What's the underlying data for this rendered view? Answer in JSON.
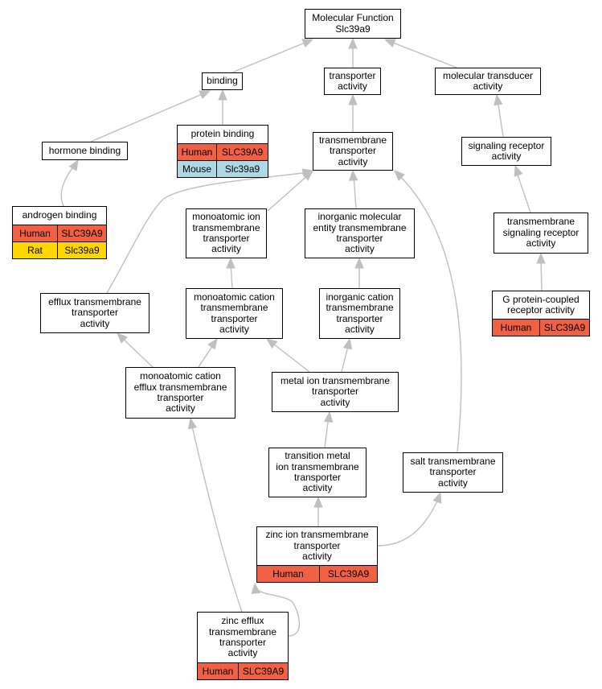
{
  "diagram": {
    "colors": {
      "edge": "#bfbfbf",
      "border": "#000000",
      "Human": "#f26043",
      "Mouse": "#add8e6",
      "Rat": "#ffd700"
    },
    "nodes": [
      {
        "id": "mf",
        "name": "node-molecular-function",
        "lines": [
          "Molecular Function",
          "Slc39a9"
        ],
        "annotations": []
      },
      {
        "id": "binding",
        "name": "node-binding",
        "lines": [
          "binding"
        ],
        "annotations": []
      },
      {
        "id": "transporter",
        "name": "node-transporter-activity",
        "lines": [
          "transporter",
          "activity"
        ],
        "annotations": []
      },
      {
        "id": "transducer",
        "name": "node-molecular-transducer-activity",
        "lines": [
          "molecular transducer",
          "activity"
        ],
        "annotations": []
      },
      {
        "id": "protein_binding",
        "name": "node-protein-binding",
        "lines": [
          "protein binding"
        ],
        "annotations": [
          {
            "species": "Human",
            "gene": "SLC39A9"
          },
          {
            "species": "Mouse",
            "gene": "Slc39a9"
          }
        ]
      },
      {
        "id": "hormone",
        "name": "node-hormone-binding",
        "lines": [
          "hormone binding"
        ],
        "annotations": []
      },
      {
        "id": "tm_transporter",
        "name": "node-transmembrane-transporter-activity",
        "lines": [
          "transmembrane",
          "transporter",
          "activity"
        ],
        "annotations": []
      },
      {
        "id": "sig_receptor",
        "name": "node-signaling-receptor-activity",
        "lines": [
          "signaling receptor",
          "activity"
        ],
        "annotations": []
      },
      {
        "id": "androgen",
        "name": "node-androgen-binding",
        "lines": [
          "androgen binding"
        ],
        "annotations": [
          {
            "species": "Human",
            "gene": "SLC39A9"
          },
          {
            "species": "Rat",
            "gene": "Slc39a9"
          }
        ]
      },
      {
        "id": "mono_ion",
        "name": "node-monoatomic-ion-transmembrane-transporter-activity",
        "lines": [
          "monoatomic ion",
          "transmembrane",
          "transporter",
          "activity"
        ],
        "annotations": []
      },
      {
        "id": "inorg_mol",
        "name": "node-inorganic-molecular-entity-transmembrane-transporter-activity",
        "lines": [
          "inorganic molecular",
          "entity transmembrane",
          "transporter",
          "activity"
        ],
        "annotations": []
      },
      {
        "id": "tm_sig_receptor",
        "name": "node-transmembrane-signaling-receptor-activity",
        "lines": [
          "transmembrane",
          "signaling receptor",
          "activity"
        ],
        "annotations": []
      },
      {
        "id": "efflux",
        "name": "node-efflux-transmembrane-transporter-activity",
        "lines": [
          "efflux transmembrane",
          "transporter",
          "activity"
        ],
        "annotations": []
      },
      {
        "id": "mono_cation",
        "name": "node-monoatomic-cation-transmembrane-transporter-activity",
        "lines": [
          "monoatomic cation",
          "transmembrane",
          "transporter",
          "activity"
        ],
        "annotations": []
      },
      {
        "id": "inorg_cation",
        "name": "node-inorganic-cation-transmembrane-transporter-activity",
        "lines": [
          "inorganic cation",
          "transmembrane",
          "transporter",
          "activity"
        ],
        "annotations": []
      },
      {
        "id": "gpcr",
        "name": "node-g-protein-coupled-receptor-activity",
        "lines": [
          "G protein-coupled",
          "receptor activity"
        ],
        "annotations": [
          {
            "species": "Human",
            "gene": "SLC39A9"
          }
        ]
      },
      {
        "id": "mono_cation_efflux",
        "name": "node-monoatomic-cation-efflux-transmembrane-transporter-activity",
        "lines": [
          "monoatomic cation",
          "efflux transmembrane",
          "transporter",
          "activity"
        ],
        "annotations": []
      },
      {
        "id": "metal_ion",
        "name": "node-metal-ion-transmembrane-transporter-activity",
        "lines": [
          "metal ion transmembrane",
          "transporter",
          "activity"
        ],
        "annotations": []
      },
      {
        "id": "transition_metal",
        "name": "node-transition-metal-ion-transmembrane-transporter-activity",
        "lines": [
          "transition metal",
          "ion transmembrane",
          "transporter",
          "activity"
        ],
        "annotations": []
      },
      {
        "id": "salt",
        "name": "node-salt-transmembrane-transporter-activity",
        "lines": [
          "salt transmembrane",
          "transporter",
          "activity"
        ],
        "annotations": []
      },
      {
        "id": "zinc_ion",
        "name": "node-zinc-ion-transmembrane-transporter-activity",
        "lines": [
          "zinc ion transmembrane",
          "transporter",
          "activity"
        ],
        "annotations": [
          {
            "species": "Human",
            "gene": "SLC39A9"
          }
        ]
      },
      {
        "id": "zinc_efflux",
        "name": "node-zinc-efflux-transmembrane-transporter-activity",
        "lines": [
          "zinc efflux",
          "transmembrane",
          "transporter",
          "activity"
        ],
        "annotations": [
          {
            "species": "Human",
            "gene": "SLC39A9"
          }
        ]
      }
    ],
    "edges": [
      {
        "from": "binding",
        "to": "mf"
      },
      {
        "from": "transporter",
        "to": "mf"
      },
      {
        "from": "transducer",
        "to": "mf"
      },
      {
        "from": "hormone",
        "to": "binding"
      },
      {
        "from": "protein_binding",
        "to": "binding"
      },
      {
        "from": "tm_transporter",
        "to": "transporter"
      },
      {
        "from": "sig_receptor",
        "to": "transducer"
      },
      {
        "from": "androgen",
        "to": "hormone"
      },
      {
        "from": "mono_ion",
        "to": "tm_transporter"
      },
      {
        "from": "inorg_mol",
        "to": "tm_transporter"
      },
      {
        "from": "efflux",
        "to": "tm_transporter"
      },
      {
        "from": "salt",
        "to": "tm_transporter"
      },
      {
        "from": "tm_sig_receptor",
        "to": "sig_receptor"
      },
      {
        "from": "gpcr",
        "to": "tm_sig_receptor"
      },
      {
        "from": "mono_cation",
        "to": "mono_ion"
      },
      {
        "from": "inorg_cation",
        "to": "inorg_mol"
      },
      {
        "from": "mono_cation_efflux",
        "to": "efflux"
      },
      {
        "from": "mono_cation_efflux",
        "to": "mono_cation"
      },
      {
        "from": "metal_ion",
        "to": "mono_cation"
      },
      {
        "from": "metal_ion",
        "to": "inorg_cation"
      },
      {
        "from": "transition_metal",
        "to": "metal_ion"
      },
      {
        "from": "zinc_ion",
        "to": "transition_metal"
      },
      {
        "from": "zinc_ion",
        "to": "salt"
      },
      {
        "from": "zinc_efflux",
        "to": "mono_cation_efflux"
      },
      {
        "from": "zinc_efflux",
        "to": "zinc_ion"
      }
    ]
  }
}
